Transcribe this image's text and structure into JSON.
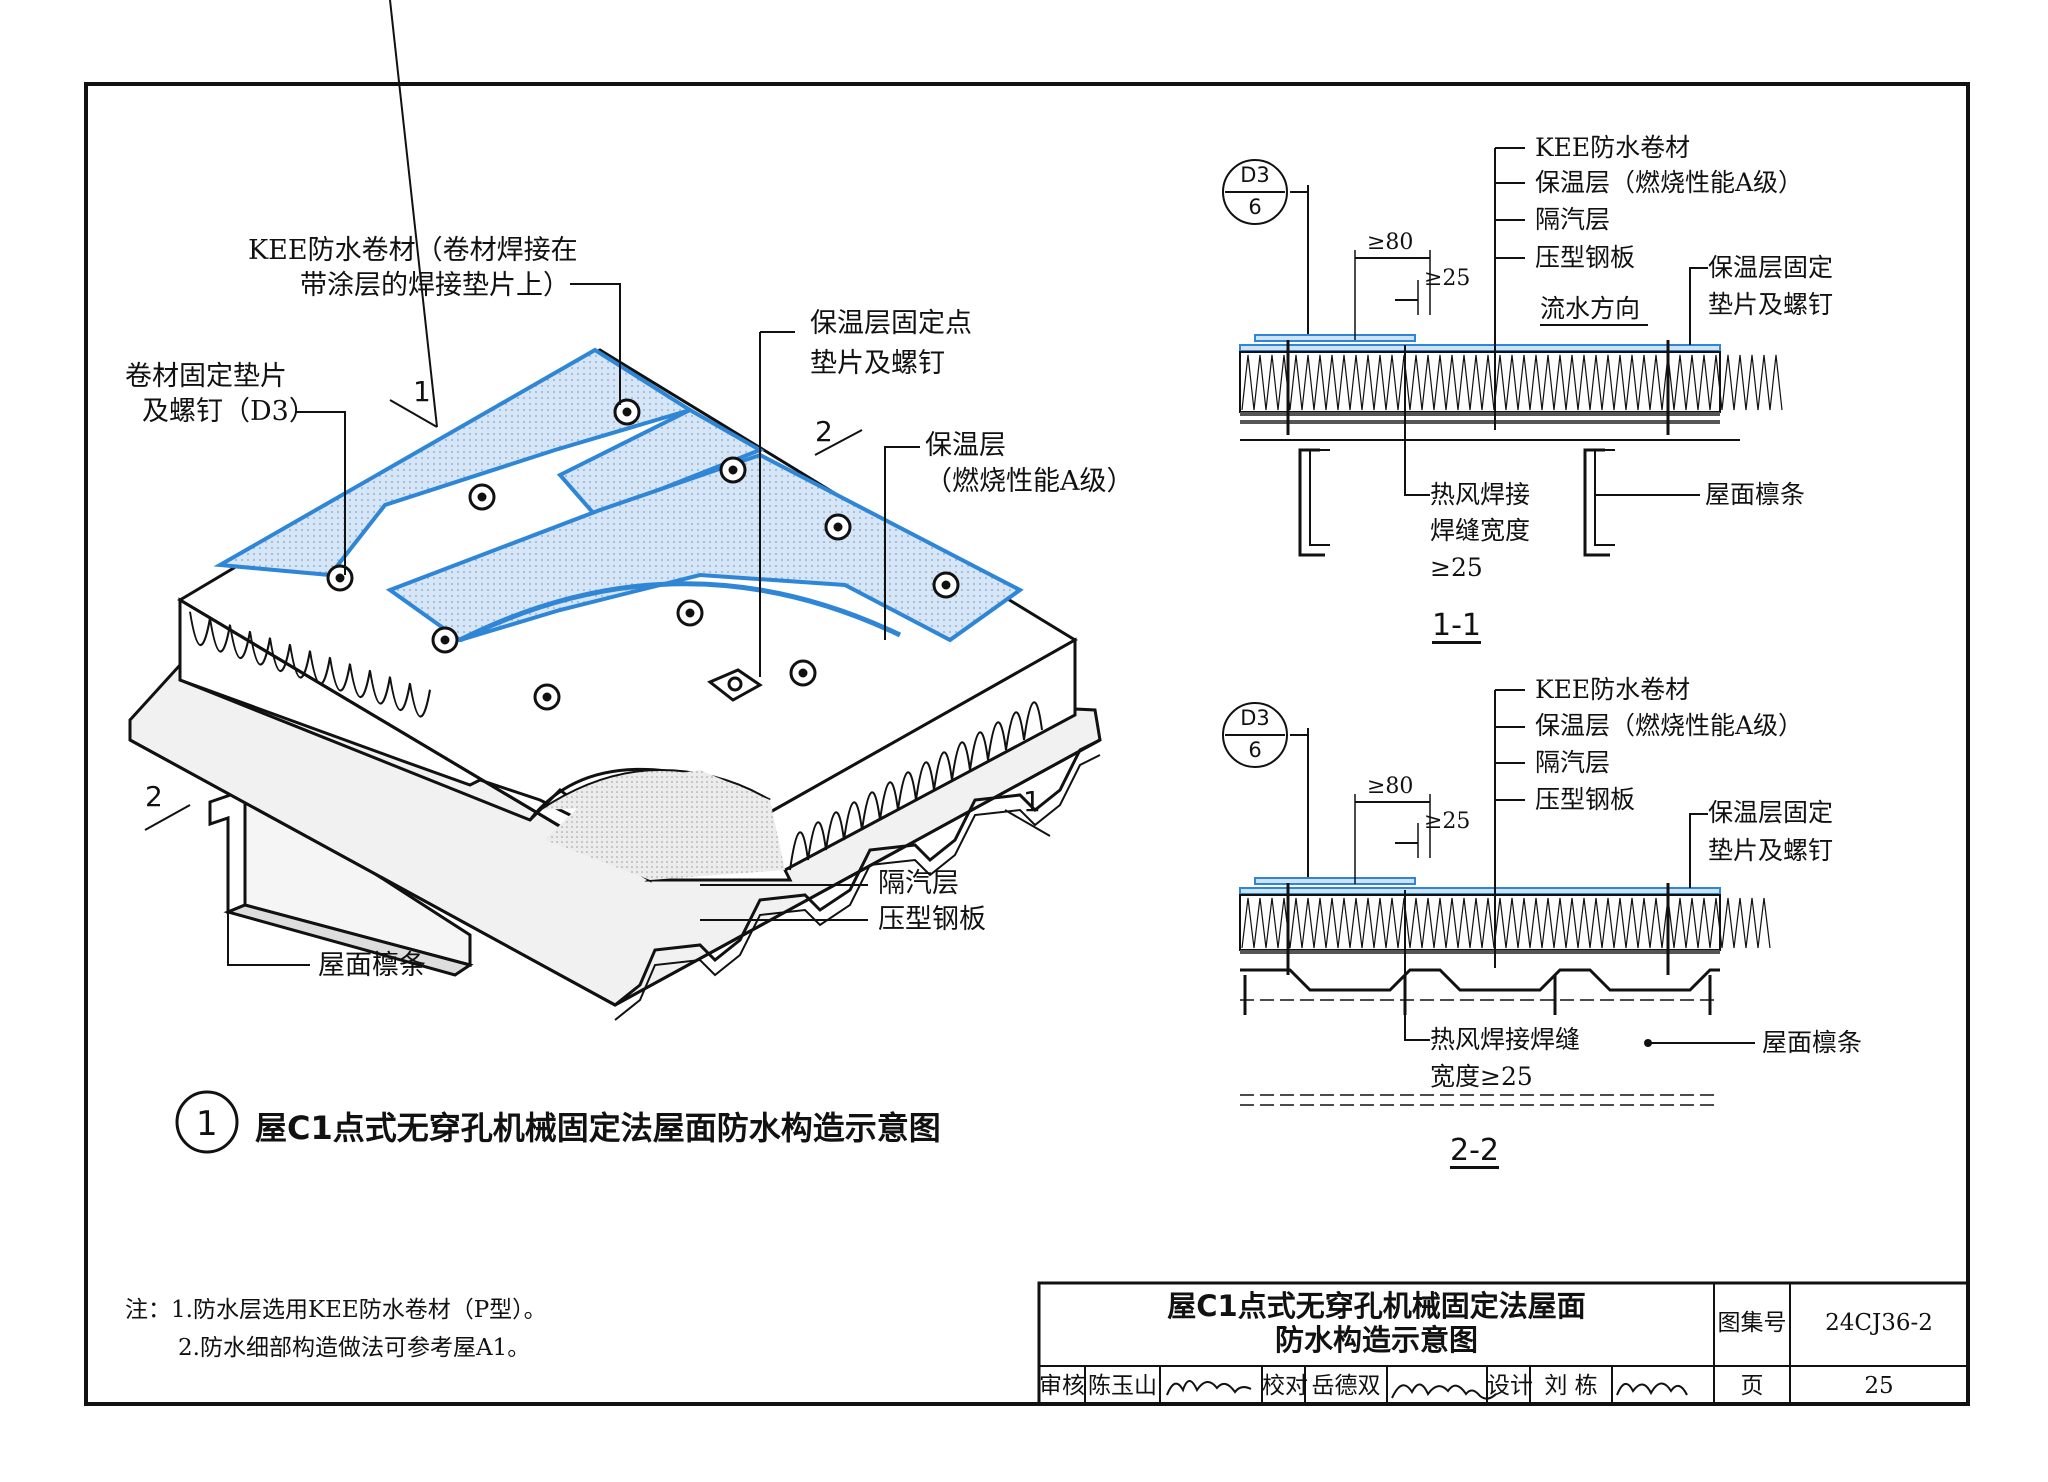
{
  "iso": {
    "label_kee": [
      "KEE防水卷材（卷材焊接在",
      "带涂层的焊接垫片上）"
    ],
    "label_fix_pad": [
      "卷材固定垫片",
      "及螺钉（D3）"
    ],
    "label_ins_point": [
      "保温层固定点",
      "垫片及螺钉"
    ],
    "label_insulation": [
      "保温层",
      "（燃烧性能A级）"
    ],
    "label_vapor": "隔汽层",
    "label_deck": "压型钢板",
    "label_purlin": "屋面檩条",
    "section_marks": {
      "s1": "1",
      "s2": "2"
    }
  },
  "caption": {
    "number": "1",
    "text": "屋C1点式无穿孔机械固定法屋面防水构造示意图"
  },
  "sec11": {
    "title": "1-1",
    "ref_top": "D3",
    "ref_bottom": "6",
    "dim_overlap": "≥80",
    "dim_gap": "≥25",
    "layers": [
      "KEE防水卷材",
      "保温层（燃烧性能A级）",
      "隔汽层",
      "压型钢板"
    ],
    "flow": "流水方向",
    "fixing": [
      "保温层固定",
      "垫片及螺钉"
    ],
    "weld": [
      "热风焊接",
      "焊缝宽度",
      "≥25"
    ],
    "purlin": "屋面檩条"
  },
  "sec22": {
    "title": "2-2",
    "ref_top": "D3",
    "ref_bottom": "6",
    "dim_overlap": "≥80",
    "dim_gap": "≥25",
    "layers": [
      "KEE防水卷材",
      "保温层（燃烧性能A级）",
      "隔汽层",
      "压型钢板"
    ],
    "fixing": [
      "保温层固定",
      "垫片及螺钉"
    ],
    "weld": [
      "热风焊接焊缝",
      "宽度≥25"
    ],
    "purlin": "屋面檩条"
  },
  "notes": [
    "注：1.防水层选用KEE防水卷材（P型）。",
    "2.防水细部构造做法可参考屋A1。"
  ],
  "title_block": {
    "title_line1": "屋C1点式无穿孔机械固定法屋面",
    "title_line2": "防水构造示意图",
    "atlas_label": "图集号",
    "atlas_no": "24CJ36-2",
    "page_label": "页",
    "page_no": "25",
    "review_label": "审核",
    "reviewer": "陈玉山",
    "check_label": "校对",
    "checker": "岳德双",
    "design_label": "设计",
    "designer": "刘 栋"
  },
  "colors": {
    "membrane": "#2f86d6",
    "membrane_fill": "#cfe3f6",
    "line": "#111111"
  }
}
